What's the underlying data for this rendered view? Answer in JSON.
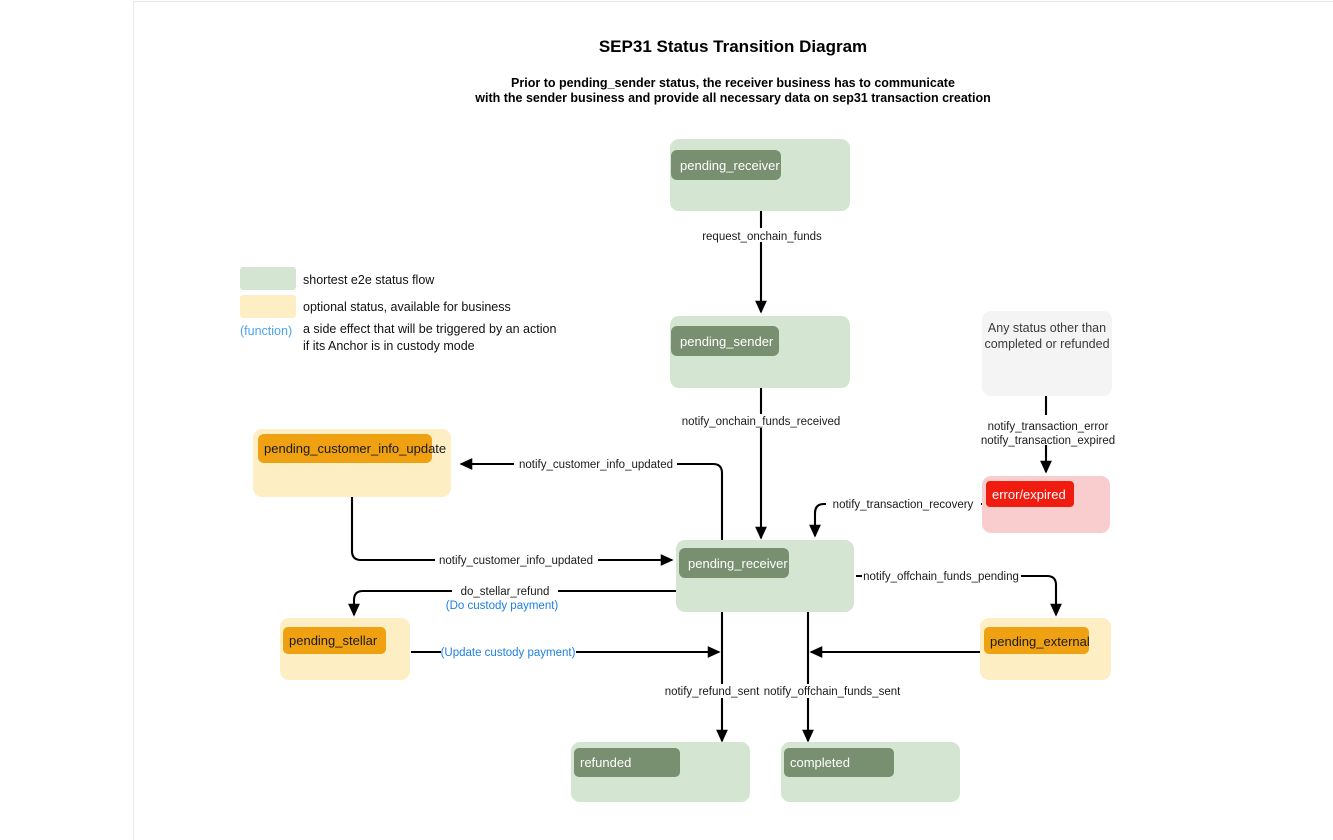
{
  "title": "SEP31 Status Transition Diagram",
  "subtitle_line1": "Prior to pending_sender status, the receiver business has to communicate",
  "subtitle_line2": "with the sender business and provide all necessary data on sep31 transaction creation",
  "colors": {
    "green_container": "#d4e5d1",
    "green_badge": "#788f70",
    "orange_container": "#fdeec4",
    "orange_badge": "#efa111",
    "red_container": "#f9cdcd",
    "red_badge": "#f01c10",
    "grey_container": "#f4f4f4",
    "function_blue": "#1f7fe0",
    "legend_function_blue": "#4da3f0",
    "edge_stroke": "#000000"
  },
  "legend": {
    "items": [
      {
        "swatch": "#d4e5d1",
        "label": "shortest e2e status flow"
      },
      {
        "swatch": "#fdeec4",
        "label": "optional status, available for business"
      }
    ],
    "function_key": "(function)",
    "function_desc_line1": "a side effect that will be triggered by an action",
    "function_desc_line2": "if its Anchor is in custody mode"
  },
  "nodes": [
    {
      "id": "pending_receiver_top",
      "label": "pending_receiver",
      "kind": "green"
    },
    {
      "id": "pending_sender",
      "label": "pending_sender",
      "kind": "green"
    },
    {
      "id": "pending_customer_info_update",
      "label": "pending_customer_info_update",
      "kind": "orange"
    },
    {
      "id": "pending_receiver_mid",
      "label": "pending_receiver",
      "kind": "green"
    },
    {
      "id": "pending_stellar",
      "label": "pending_stellar",
      "kind": "orange"
    },
    {
      "id": "pending_external",
      "label": "pending_external",
      "kind": "orange"
    },
    {
      "id": "error_expired",
      "label": "error/expired",
      "kind": "red"
    },
    {
      "id": "refunded",
      "label": "refunded",
      "kind": "green"
    },
    {
      "id": "completed",
      "label": "completed",
      "kind": "green"
    },
    {
      "id": "any_status",
      "label_line1": "Any status other than",
      "label_line2": "completed or refunded",
      "kind": "grey"
    }
  ],
  "edges": [
    {
      "id": "e1",
      "label": "request_onchain_funds",
      "from": "pending_receiver_top",
      "to": "pending_sender"
    },
    {
      "id": "e2",
      "label": "notify_onchain_funds_received",
      "from": "pending_sender",
      "to": "pending_receiver_mid"
    },
    {
      "id": "e3",
      "label_line1": "notify_transaction_error",
      "label_line2": "notify_transaction_expired",
      "from": "any_status",
      "to": "error_expired"
    },
    {
      "id": "e4",
      "label": "notify_customer_info_updated",
      "from": "pending_receiver_mid",
      "to": "pending_customer_info_update"
    },
    {
      "id": "e5",
      "label": "notify_customer_info_updated",
      "from": "pending_customer_info_update",
      "to": "pending_receiver_mid"
    },
    {
      "id": "e6",
      "label": "notify_transaction_recovery",
      "from": "error_expired",
      "to": "pending_receiver_mid"
    },
    {
      "id": "e7",
      "label": "do_stellar_refund",
      "label_fn": "(Do custody payment)",
      "from": "pending_receiver_mid",
      "to": "pending_stellar"
    },
    {
      "id": "e8",
      "label_fn": "(Update custody payment)",
      "from": "pending_stellar",
      "to": "refunded"
    },
    {
      "id": "e9",
      "label": "notify_offchain_funds_pending",
      "from": "pending_receiver_mid",
      "to": "pending_external"
    },
    {
      "id": "e10",
      "label": "notify_refund_sent",
      "from": "pending_receiver_mid",
      "to": "refunded"
    },
    {
      "id": "e11",
      "label": "notify_offchain_funds_sent",
      "from": "pending_receiver_mid",
      "to": "completed"
    },
    {
      "id": "e12",
      "from": "pending_external",
      "to": "completed"
    }
  ]
}
